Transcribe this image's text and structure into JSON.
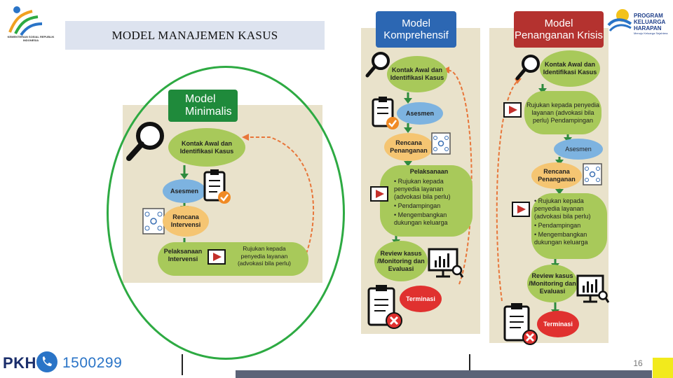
{
  "header": {
    "title": "MODEL MANAJEMEN KASUS",
    "logo_left_text": "KEMENTERIAN SOSIAL REPUBLIK INDONESIA",
    "logo_right_line1": "PROGRAM",
    "logo_right_line2": "KELUARGA",
    "logo_right_line3": "HARAPAN",
    "logo_right_sub": "Menuju Keluarga Sejahtera"
  },
  "minimal": {
    "title_line1": "Model",
    "title_line2": "Minimalis",
    "step1": "Kontak Awal dan Identifikasi Kasus",
    "step2": "Asesmen",
    "step3": "Rencana Intervensi",
    "step4": "Pelaksanaan Intervensi",
    "step4_note": "Rujukan kepada penyedia layanan (advokasi bila perlu)"
  },
  "comprehensive": {
    "title_line1": "Model",
    "title_line2": "Komprehensif",
    "step1": "Kontak Awal dan Identifikasi Kasus",
    "step2": "Asesmen",
    "step3": "Rencana Penanganan",
    "step4_title": "Pelaksanaan",
    "step4_items": [
      "Rujukan kepada penyedia layanan (advokasi bila perlu)",
      "Pendampingan",
      "Mengembangkan dukungan keluarga"
    ],
    "step5": "Review kasus /Monitoring dan Evaluasi",
    "step6": "Terminasi"
  },
  "crisis": {
    "title_line1": "Model",
    "title_line2": "Penanganan Krisis",
    "step1": "Kontak Awal dan Identifikasi Kasus",
    "step2": "Rujukan kepada penyedia layanan (advokasi bila perlu) Pendampingan",
    "step3": "Asesmen",
    "step4": "Rencana Penanganan",
    "step5_items": [
      "Rujukan kepada penyedia layanan (advokasi bila perlu)",
      "Pendampingan",
      "Mengembangkan dukungan keluarga"
    ],
    "step6": "Review kasus /Monitoring dan Evaluasi",
    "step7": "Terminasi"
  },
  "footer": {
    "brand": "PKH",
    "phone": "1500299",
    "page_number": "16"
  },
  "colors": {
    "green": "#a8c95a",
    "blue": "#7db3e0",
    "orange": "#f5c572",
    "red": "#e0312f",
    "minimal_header": "#1f8a3b",
    "comprehensive_header": "#2c67b3",
    "crisis_header": "#b4322f",
    "highlight_ellipse": "#2daa42"
  }
}
